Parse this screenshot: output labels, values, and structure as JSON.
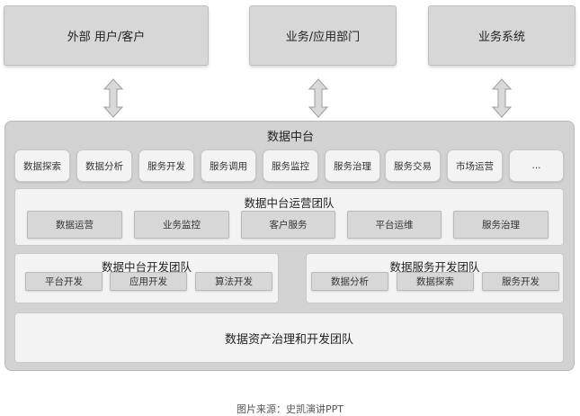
{
  "top_boxes": [
    {
      "label": "外部 用户/客户"
    },
    {
      "label": "业务/应用部门"
    },
    {
      "label": "业务系统"
    }
  ],
  "platform": {
    "title": "数据中台",
    "services": [
      "数据探索",
      "数据分析",
      "服务开发",
      "服务调用",
      "服务监控",
      "服务治理",
      "服务交易",
      "市场运营",
      "..."
    ],
    "operations_team": {
      "title": "数据中台运营团队",
      "items": [
        "数据运营",
        "业务监控",
        "客户服务",
        "平台运维",
        "服务治理"
      ]
    },
    "dev_team": {
      "title": "数据中台开发团队",
      "items": [
        "平台开发",
        "应用开发",
        "算法开发"
      ]
    },
    "service_dev_team": {
      "title": "数据服务开发团队",
      "items": [
        "数据分析",
        "数据探索",
        "服务开发"
      ]
    },
    "asset_team": {
      "title": "数据资产治理和开发团队"
    }
  },
  "caption": "图片来源：史凯演讲PPT",
  "colors": {
    "top_box_fill": "#d7d7d7",
    "platform_fill": "#d2d2d2",
    "panel_fill": "#f3f3f3",
    "arrow_fill": "#d9d9d9"
  }
}
